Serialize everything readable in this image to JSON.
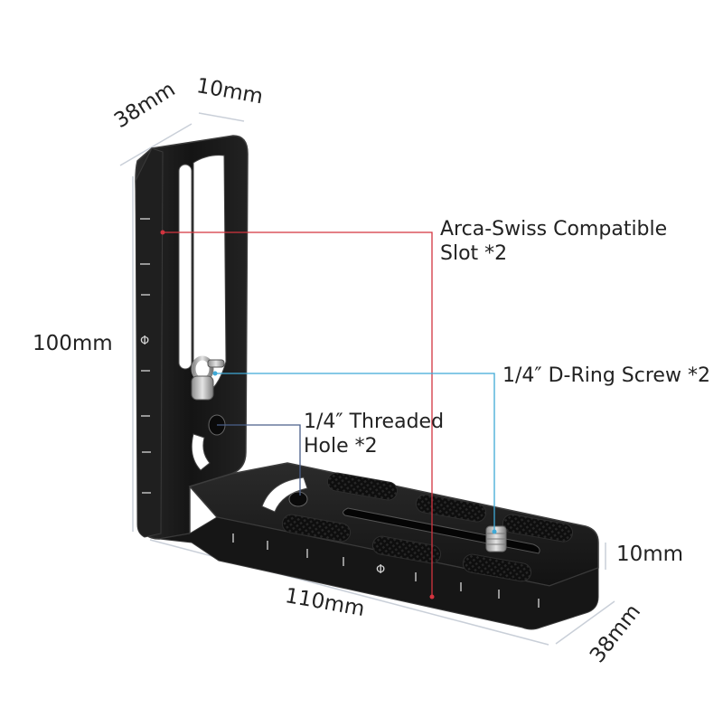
{
  "callouts": {
    "arca_line1": "Arca-Swiss Compatible",
    "arca_line2": "Slot *2",
    "dring": "1/4″ D-Ring Screw *2",
    "threaded_line1": "1/4″ Threaded",
    "threaded_line2": "Hole *2"
  },
  "dimensions": {
    "top_width": "38mm",
    "top_depth": "10mm",
    "height": "100mm",
    "length": "110mm",
    "base_thickness": "10mm",
    "base_width": "38mm"
  },
  "scale_symbols": {
    "vertical": "Φ",
    "horizontal": "Φ"
  },
  "colors": {
    "bracket_body": "#1b1b1b",
    "bracket_edge": "#3c3c3c",
    "pad": "#101010",
    "arca_line": "#d3343f",
    "dring_line": "#3fa9d6",
    "threaded_line": "#4a5f8a",
    "dimension_line": "#c9cfd8",
    "text": "#222222"
  }
}
